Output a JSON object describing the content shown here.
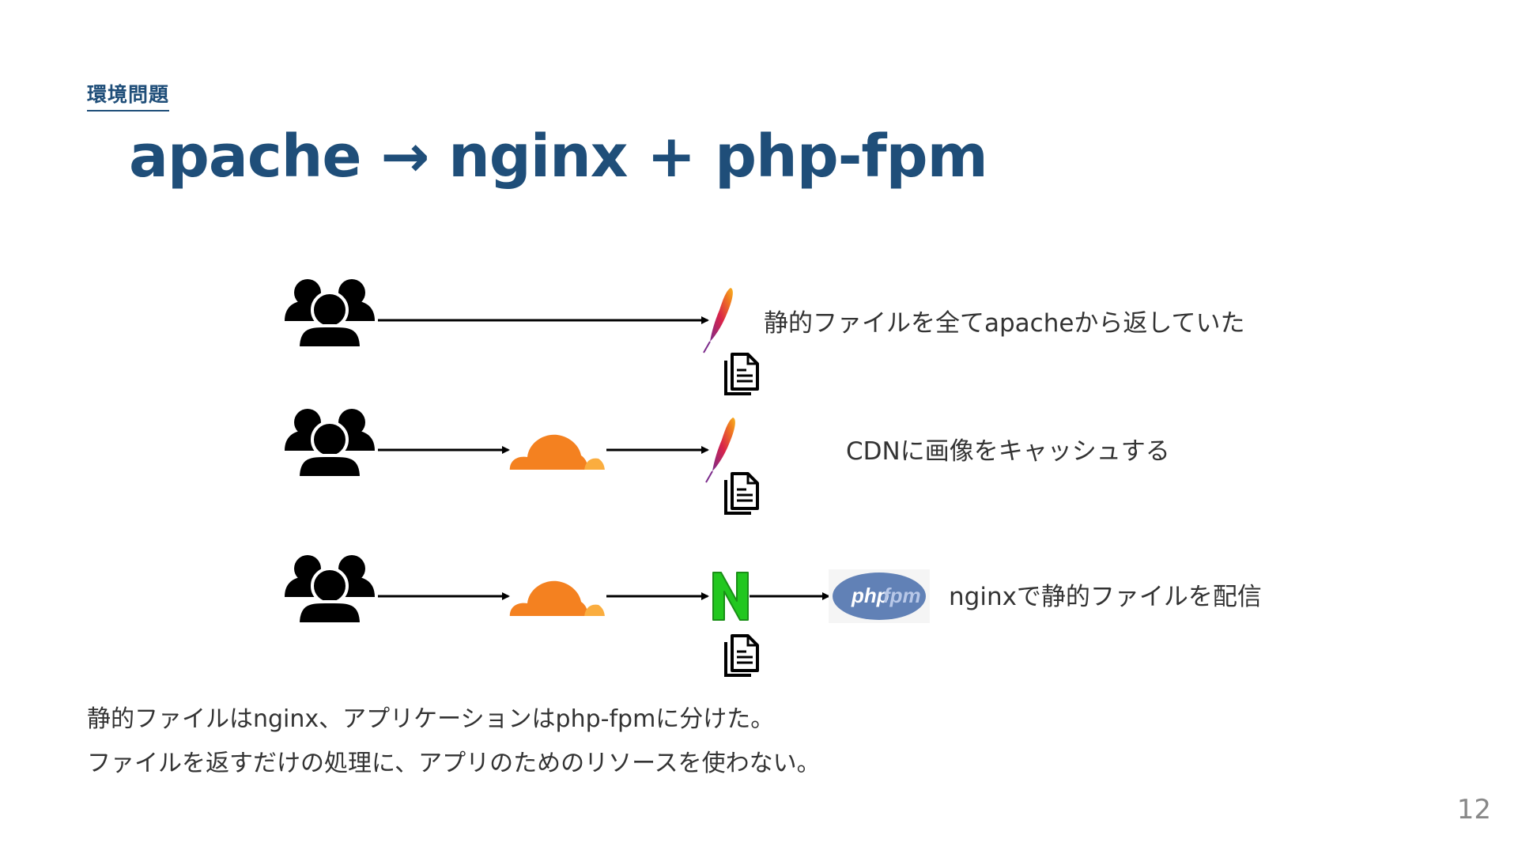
{
  "slide": {
    "section_label": "環境問題",
    "title": "apache → nginx + php-fpm",
    "page_number": "12"
  },
  "rows": [
    {
      "description": "静的ファイルを全てapacheから返していた",
      "nodes": [
        "users-icon",
        "apache-feather-icon"
      ]
    },
    {
      "description": "CDNに画像をキャッシュする",
      "nodes": [
        "users-icon",
        "cloudflare-cloud-icon",
        "apache-feather-icon"
      ]
    },
    {
      "description": "nginxで静的ファイルを配信",
      "nodes": [
        "users-icon",
        "cloudflare-cloud-icon",
        "nginx-logo-icon",
        "php-fpm-logo"
      ]
    }
  ],
  "logos": {
    "php_text": "php",
    "fpm_text": "fpm"
  },
  "summary": {
    "line1": "静的ファイルはnginx、アプリケーションはphp-fpmに分けた。",
    "line2": "ファイルを返すだけの処理に、アプリのためのリソースを使わない。"
  },
  "colors": {
    "title": "#1f4e79",
    "cloudflare": "#f48120",
    "cloudflare_light": "#faad3f",
    "nginx": "#22c71f",
    "php_oval": "#6181b6"
  }
}
